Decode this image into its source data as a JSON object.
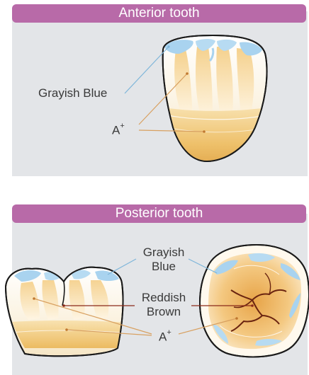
{
  "anterior": {
    "title": "Anterior tooth",
    "labels": {
      "grayish_blue": "Grayish Blue",
      "a_base": "A",
      "a_sup": "+"
    }
  },
  "posterior": {
    "title": "Posterior tooth",
    "labels": {
      "grayish_line1": "Grayish",
      "grayish_line2": "Blue",
      "reddish_line1": "Reddish",
      "reddish_line2": "Brown",
      "a_base": "A",
      "a_sup": "+"
    }
  },
  "colors": {
    "header": "#b86aa8",
    "panel": "#e3e5e8",
    "grayish_blue_leader": "#7fb6da",
    "a_plus_leader": "#d8a060",
    "reddish_brown_leader": "#8a2a1a"
  }
}
